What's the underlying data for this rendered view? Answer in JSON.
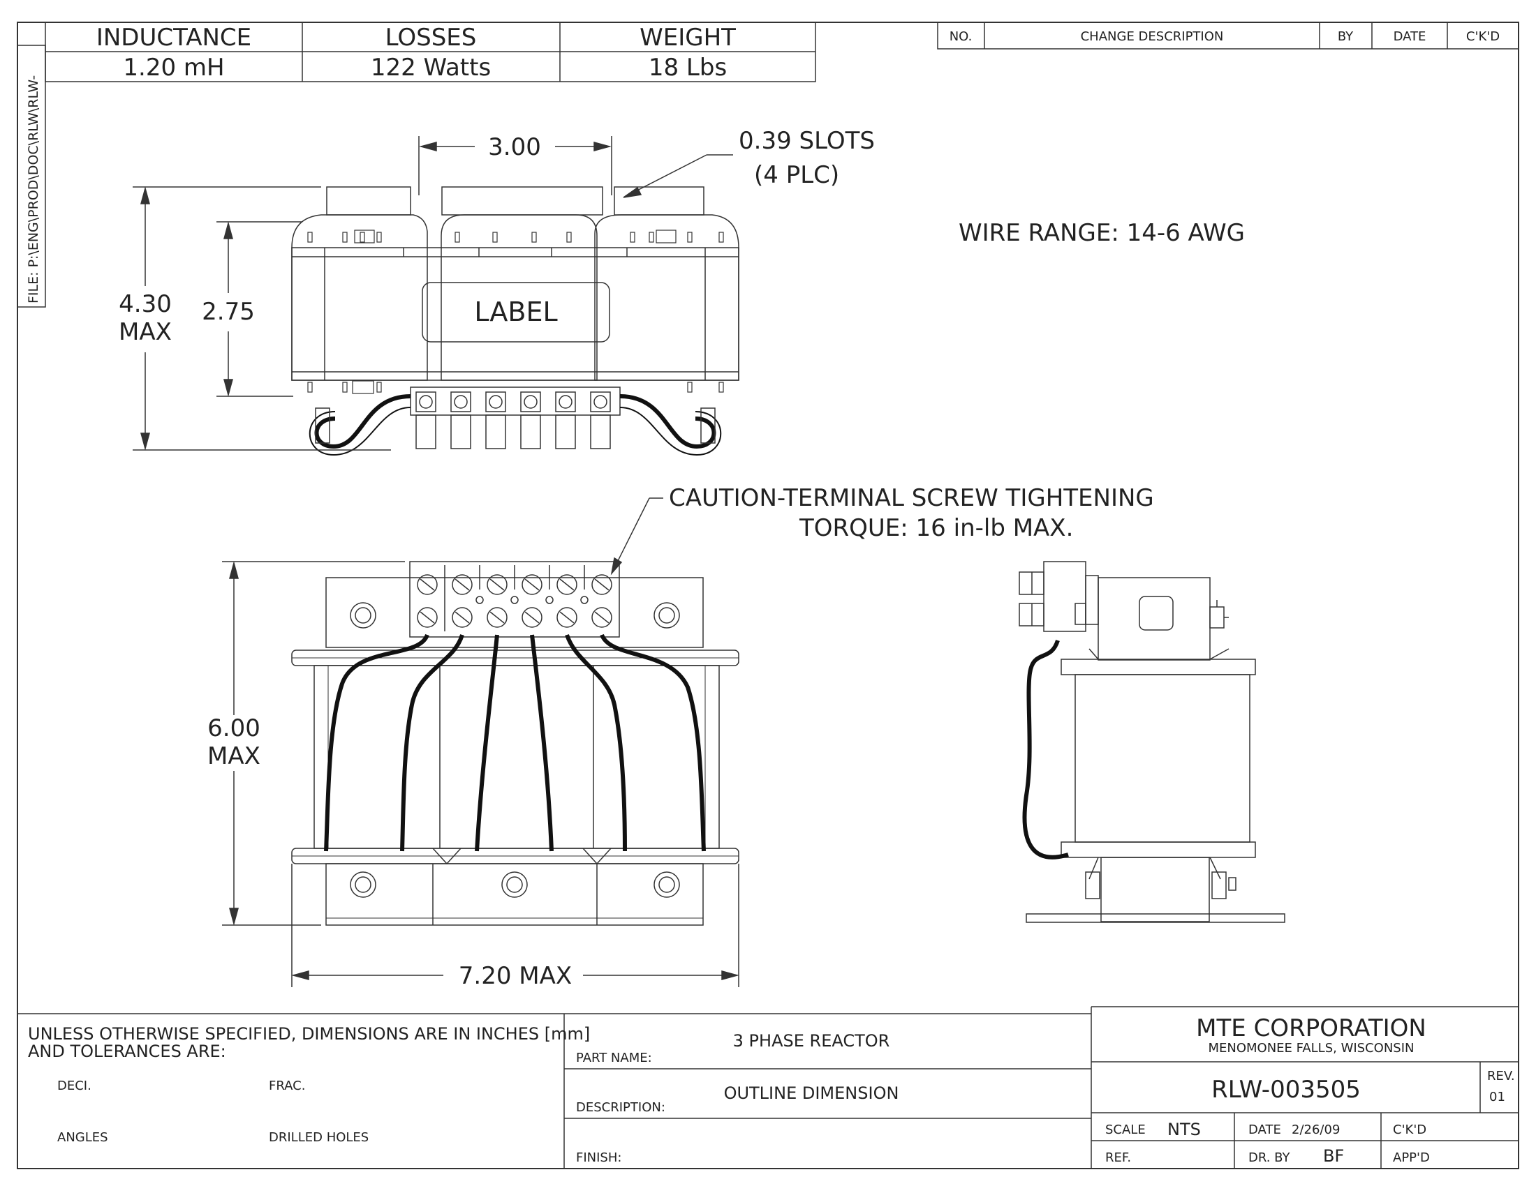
{
  "specs": {
    "headers": [
      "INDUCTANCE",
      "LOSSES",
      "WEIGHT"
    ],
    "values": [
      "1.20  mH",
      "122  Watts",
      "18  Lbs"
    ]
  },
  "file_path": "FILE: P:\\ENG\\PROD\\DOC\\RLW\\RLW-",
  "revision_table": {
    "headers": [
      "NO.",
      "CHANGE DESCRIPTION",
      "BY",
      "DATE",
      "C'K'D"
    ]
  },
  "top_view": {
    "dim_width": "3.00",
    "slots_line1": "0.39  SLOTS",
    "slots_line2": "(4  PLC)",
    "dim_height_total": "4.30",
    "dim_height_total_note": "MAX",
    "dim_height_coil": "2.75",
    "label_text": "LABEL"
  },
  "wire_range": "WIRE  RANGE:  14-6  AWG",
  "caution": {
    "line1": "CAUTION-TERMINAL  SCREW  TIGHTENING",
    "line2": "TORQUE:  16  in-lb  MAX."
  },
  "front_view": {
    "dim_height": "6.00",
    "dim_height_note": "MAX",
    "dim_width": "7.20  MAX"
  },
  "title_block": {
    "tolerance_line1": "UNLESS  OTHERWISE  SPECIFIED,  DIMENSIONS  ARE  IN  INCHES  [mm]",
    "tolerance_line2": "AND  TOLERANCES  ARE:",
    "deci_label": "DECI.",
    "frac_label": "FRAC.",
    "angles_label": "ANGLES",
    "drilled_label": "DRILLED  HOLES",
    "part_name_label": "PART NAME:",
    "part_name": "3  PHASE  REACTOR",
    "description_label": "DESCRIPTION:",
    "description": "OUTLINE  DIMENSION",
    "finish_label": "FINISH:",
    "company": "MTE  CORPORATION",
    "location": "MENOMONEE  FALLS,  WISCONSIN",
    "drawing_number": "RLW-003505",
    "rev_label": "REV.",
    "rev_value": "01",
    "scale_label": "SCALE",
    "scale_value": "NTS",
    "date_label": "DATE",
    "date_value": "2/26/09",
    "ckd_label": "C'K'D",
    "ref_label": "REF.",
    "dr_by_label": "DR.  BY",
    "dr_by_value": "BF",
    "appd_label": "APP'D"
  }
}
